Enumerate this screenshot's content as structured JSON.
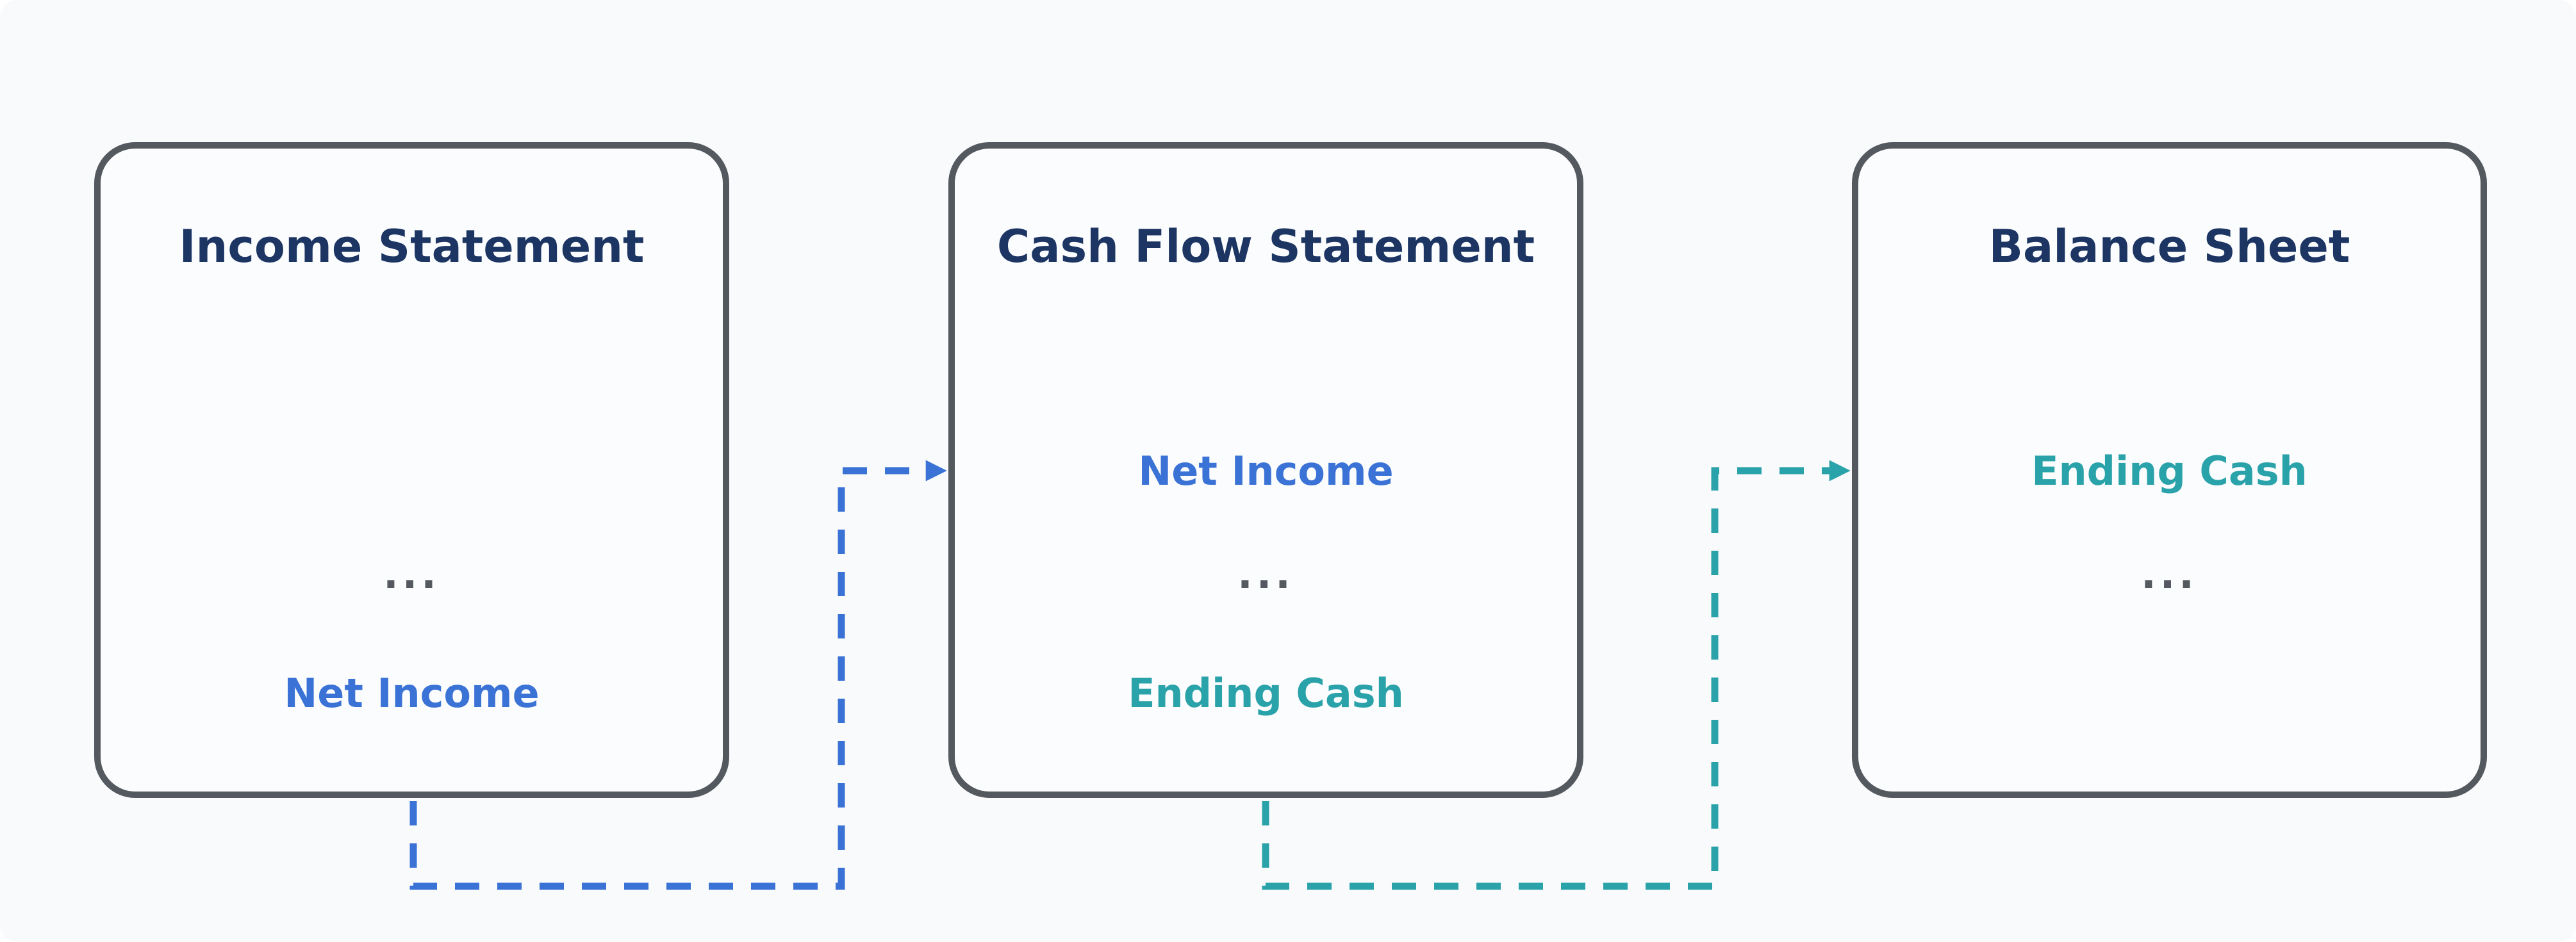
{
  "diagram": {
    "background_color": "#f9fafb",
    "node_border_color": "#54585f",
    "title_color": "#1c3563",
    "accent_blue": "#3a72d6",
    "accent_teal": "#2aa2a9",
    "ellipsis_color": "#54585f",
    "nodes": [
      {
        "id": "income-statement",
        "title": "Income Statement",
        "rows": [
          {
            "text": "...",
            "role": "ellipsis"
          },
          {
            "text": "Net Income",
            "role": "highlight-blue"
          }
        ]
      },
      {
        "id": "cash-flow-statement",
        "title": "Cash Flow Statement",
        "rows": [
          {
            "text": "Net Income",
            "role": "highlight-blue"
          },
          {
            "text": "...",
            "role": "ellipsis"
          },
          {
            "text": "Ending Cash",
            "role": "highlight-teal"
          }
        ]
      },
      {
        "id": "balance-sheet",
        "title": "Balance Sheet",
        "rows": [
          {
            "text": "Ending Cash",
            "role": "highlight-teal"
          },
          {
            "text": "...",
            "role": "ellipsis"
          }
        ]
      }
    ],
    "connectors": [
      {
        "from": "Income Statement / Net Income",
        "to": "Cash Flow Statement / Net Income",
        "color": "#3a72d6",
        "style": "dashed-elbow-arrow"
      },
      {
        "from": "Cash Flow Statement / Ending Cash",
        "to": "Balance Sheet / Ending Cash",
        "color": "#2aa2a9",
        "style": "dashed-elbow-arrow"
      }
    ]
  }
}
